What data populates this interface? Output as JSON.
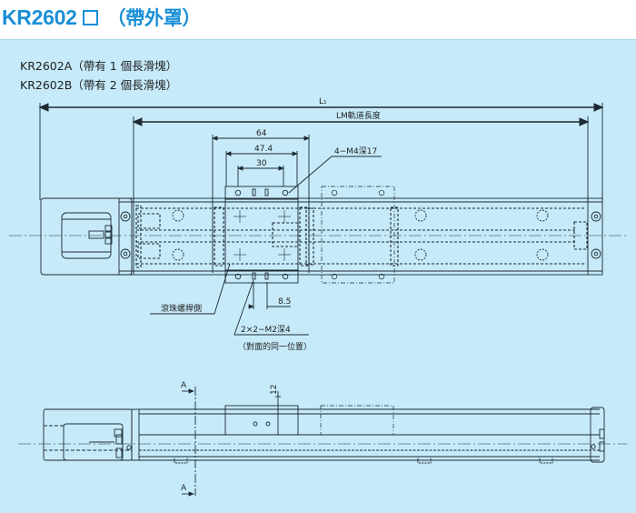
{
  "header": {
    "model": "KR2602",
    "placeholder_glyph": "□",
    "subtitle": "（帶外罩）",
    "accent_color": "#1a8fd6"
  },
  "variants": [
    "KR2602A（帶有 1 個長滑塊）",
    "KR2602B（帶有 2 個長滑塊）"
  ],
  "dimensions": {
    "overall_length": "L₁",
    "rail_length": "LM軌道長度",
    "width_64": "64",
    "width_47_4": "47.4",
    "width_30": "30",
    "hole_spec": "4−M4深17",
    "pitch_8_5": "8.5",
    "ballscrew_side": "滾珠螺桿側",
    "side_hole_spec": "2×2−M2深4",
    "side_hole_note": "（對面的同一位置）",
    "height_12": "12",
    "section_mark": "A"
  },
  "colors": {
    "background": "#c6eaf9",
    "line": "#1e2a33"
  }
}
